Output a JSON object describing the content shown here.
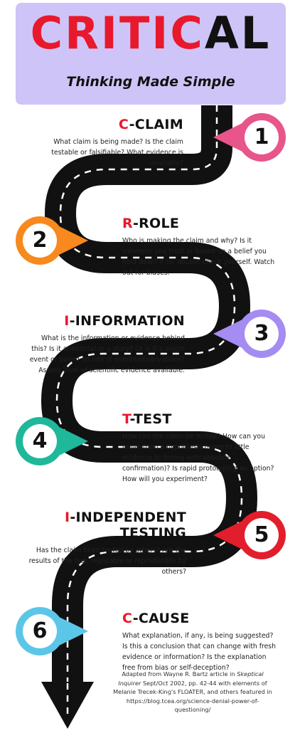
{
  "header": {
    "title_red": "CRITIC",
    "title_black": "AL",
    "subtitle": "Thinking Made Simple"
  },
  "steps": [
    {
      "number": "1",
      "letter": "C",
      "rest": "-CLAIM",
      "text": "What claim is being made? Is the claim testable or falsifiable? What evidence is available?",
      "color": "#e8558a"
    },
    {
      "number": "2",
      "letter": "R",
      "rest": "-ROLE",
      "text": "Who is making the claim and why? Is it someone you trust or based on a belief you hold dear? If so, double-check yourself.  Watch out for biases.",
      "color": "#f7891e"
    },
    {
      "number": "3",
      "letter": "I",
      "rest": "-INFORMATION",
      "text": "What is the information or evidence behind this? Is it anecdotal or a story? Or is it a single event or based on lots of events/observations? Assess level of scientific evidence available.",
      "color": "#a48cf2"
    },
    {
      "number": "4",
      "letter": "T",
      "rest": "-TEST",
      "text": "How can the claim be tested?  How can you move from a hypothesis (none to little evidence to theory with absolute confirmation)? Is rapid prototyping an option? How will you experiment?",
      "color": "#1fb89b"
    },
    {
      "number": "5",
      "letter": "I",
      "rest": "-INDEPENDENT TESTING",
      "text": "Has the claim been tested by others? Are the results of the test, replicable or reproducible by others?",
      "color": "#e31e2c"
    },
    {
      "number": "6",
      "letter": "C",
      "rest": "-CAUSE",
      "text": "What explanation, if any, is being suggested? Is this a conclusion that can change with fresh evidence or information? Is the explanation free from bias or self-deception?",
      "color": "#5cc6e8"
    }
  ],
  "credit": {
    "line1": "Adapted from Wayne R. Bartz article in",
    "magazine": "Skeptical Inquirer",
    "line2": "Sept/Oct 2002, pp. 42-44 with elements of Melanie Trecek-King's FLOATER, and others featured in https://blog.tcea.org/science-denial-power-of-questioning/"
  }
}
